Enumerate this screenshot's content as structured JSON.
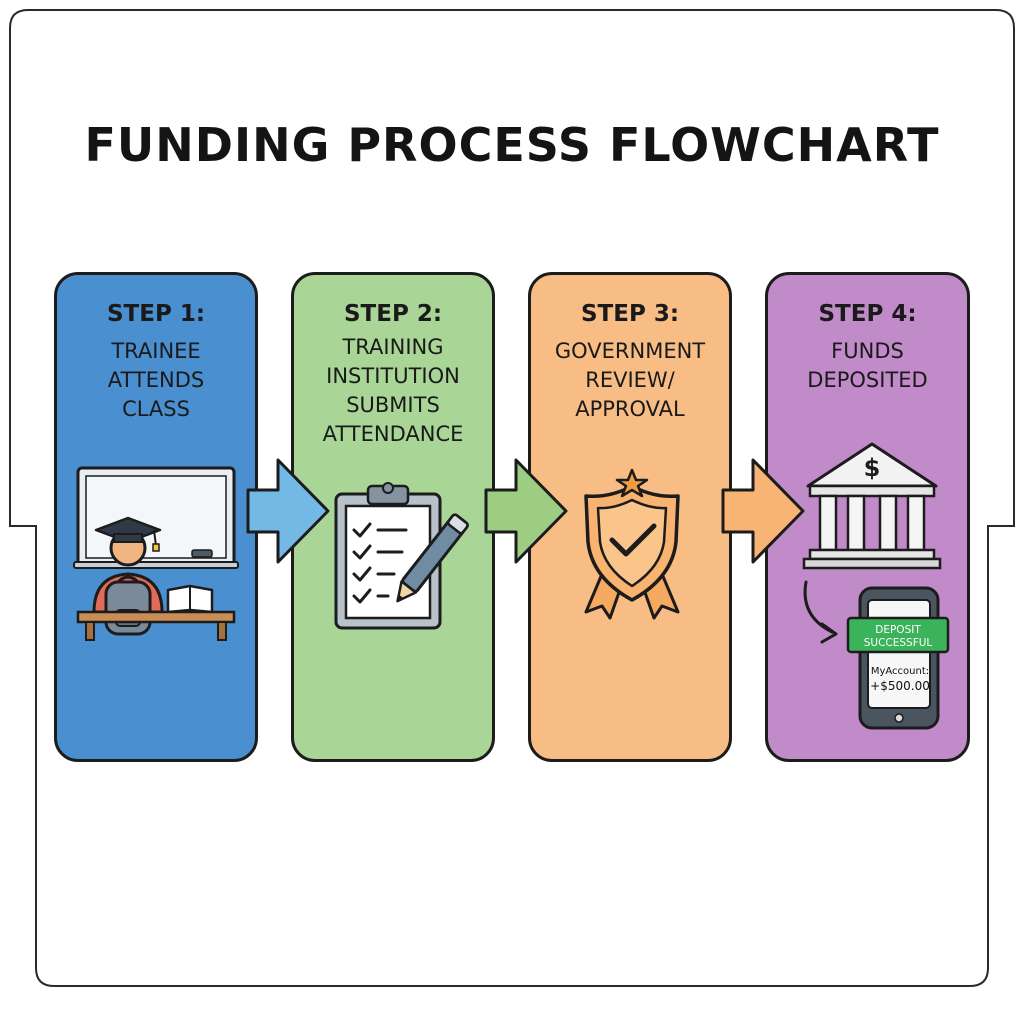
{
  "title": "FUNDING PROCESS FLOWCHART",
  "steps": [
    {
      "label": "STEP 1:",
      "lines": [
        "TRAINEE",
        "ATTENDS",
        "CLASS"
      ],
      "color": "#4a8fd0",
      "icon": "classroom-student-icon"
    },
    {
      "label": "STEP 2:",
      "lines": [
        "TRAINING",
        "INSTITUTION",
        "SUBMITS",
        "ATTENDANCE"
      ],
      "color": "#a9d596",
      "icon": "clipboard-checklist-icon"
    },
    {
      "label": "STEP 3:",
      "lines": [
        "GOVERNMENT",
        "REVIEW/",
        "APPROVAL"
      ],
      "color": "#f8bd84",
      "icon": "shield-badge-check-icon"
    },
    {
      "label": "STEP 4:",
      "lines": [
        "FUNDS",
        "DEPOSITED"
      ],
      "color": "#c18ac8",
      "icon": "bank-phone-deposit-icon"
    }
  ],
  "arrow_colors": [
    "#72b9e6",
    "#9ccd83",
    "#f7b474"
  ],
  "deposit": {
    "status_line1": "DEPOSIT",
    "status_line2": "SUCCESSFUL",
    "account": "MyAccount:",
    "amount": "+$500.00",
    "bank_symbol": "$"
  }
}
